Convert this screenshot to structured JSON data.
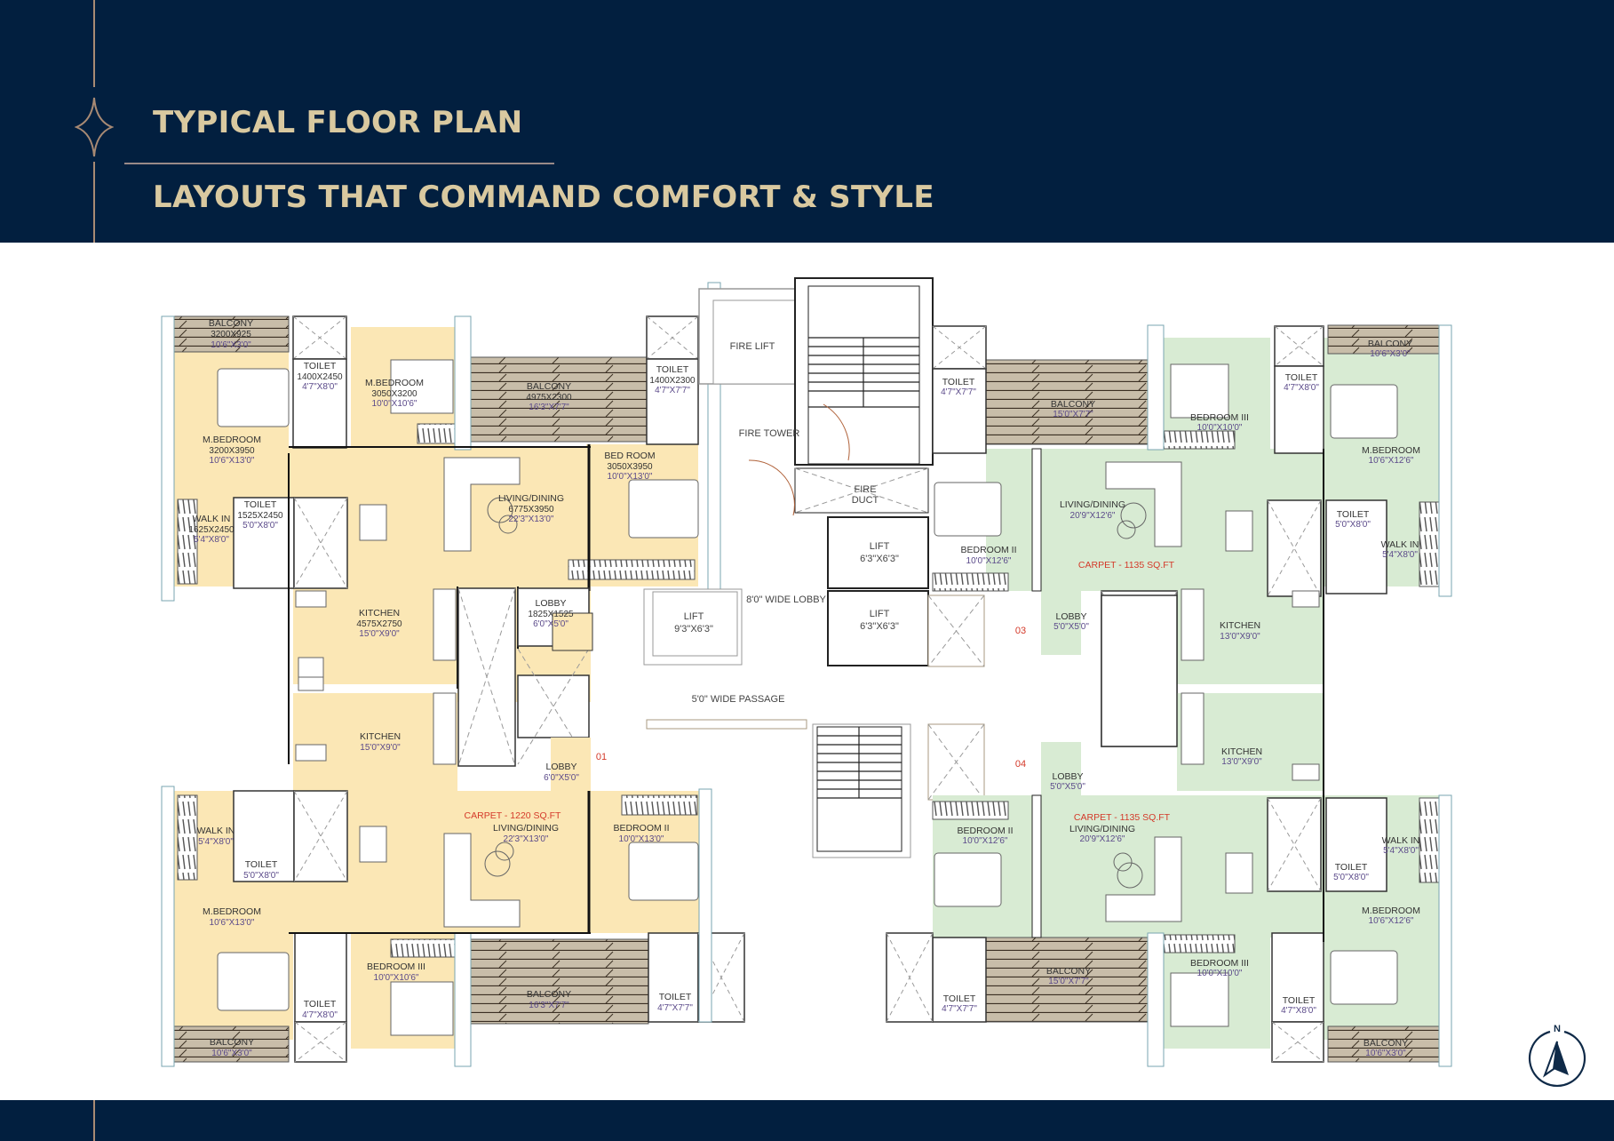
{
  "header": {
    "title": "TYPICAL FLOOR PLAN",
    "subtitle": "LAYOUTS THAT COMMAND COMFORT & STYLE",
    "decor_icon": "four-point-star-icon"
  },
  "colors": {
    "navy": "#021f3f",
    "gold_text": "#d9c9a0",
    "unit_yellow": "#fbe7b5",
    "unit_green": "#d8ebd3",
    "balcony_wood": "#c8bda9",
    "carpet_red": "#d43a2a",
    "dimension_purple": "#5b4a8a"
  },
  "core": {
    "fire_lift": "FIRE LIFT",
    "fire_tower": "FIRE TOWER",
    "fire_duct_line1": "FIRE",
    "fire_duct_line2": "DUCT",
    "lift_a_label": "LIFT",
    "lift_a_size": "9'3\"X6'3\"",
    "lift_b_label": "LIFT",
    "lift_b_size": "6'3\"X6'3\"",
    "lift_c_label": "LIFT",
    "lift_c_size": "6'3\"X6'3\"",
    "lobby_label": "8'0\" WIDE LOBBY",
    "passage_label": "5'0\" WIDE PASSAGE"
  },
  "units": {
    "u02": {
      "balcony_nw": {
        "label": "BALCONY",
        "mm": "3200X925",
        "ft": "10'6\"X3'0\""
      },
      "toilet_1": {
        "label": "TOILET",
        "mm": "1400X2450",
        "ft": "4'7\"X8'0\""
      },
      "mbedroom_small": {
        "label": "M.BEDROOM",
        "mm": "3050X3200",
        "ft": "10'0\"X10'6\""
      },
      "balcony_main": {
        "label": "BALCONY",
        "mm": "4975X2300",
        "ft": "16'3\"X7'7\""
      },
      "toilet_2": {
        "label": "TOILET",
        "mm": "1400X2300",
        "ft": "4'7\"X7'7\""
      },
      "mbedroom": {
        "label": "M.BEDROOM",
        "mm": "3200X3950",
        "ft": "10'6\"X13'0\""
      },
      "bedroom": {
        "label": "BED ROOM",
        "mm": "3050X3950",
        "ft": "10'0\"X13'0\""
      },
      "living": {
        "label": "LIVING/DINING",
        "mm": "6775X3950",
        "ft": "22'3\"X13'0\""
      },
      "toilet_3": {
        "label": "TOILET",
        "mm": "1525X2450",
        "ft": "5'0\"X8'0\""
      },
      "walkin": {
        "label": "WALK IN",
        "mm": "1625X2450",
        "ft": "5'4\"X8'0\""
      },
      "kitchen": {
        "label": "KITCHEN",
        "mm": "4575X2750",
        "ft": "15'0\"X9'0\""
      },
      "lobby": {
        "label": "LOBBY",
        "mm": "1825X1525",
        "ft": "6'0\"X5'0\""
      }
    },
    "u01": {
      "number": "01",
      "carpet": "CARPET - 1220 SQ.FT",
      "kitchen": {
        "label": "KITCHEN",
        "ft": "15'0\"X9'0\""
      },
      "lobby": {
        "label": "LOBBY",
        "ft": "6'0\"X5'0\""
      },
      "walkin": {
        "label": "WALK IN",
        "ft": "5'4\"X8'0\""
      },
      "toilet_1": {
        "label": "TOILET",
        "ft": "5'0\"X8'0\""
      },
      "living": {
        "label": "LIVING/DINING",
        "ft": "22'3\"X13'0\""
      },
      "bedroom2": {
        "label": "BEDROOM II",
        "ft": "10'0\"X13'0\""
      },
      "mbedroom": {
        "label": "M.BEDROOM",
        "ft": "10'6\"X13'0\""
      },
      "bedroom3": {
        "label": "BEDROOM III",
        "ft": "10'0\"X10'6\""
      },
      "toilet_2": {
        "label": "TOILET",
        "ft": "4'7\"X8'0\""
      },
      "balcony_main": {
        "label": "BALCONY",
        "ft": "16'3\"X7'7\""
      },
      "toilet_3": {
        "label": "TOILET",
        "ft": "4'7\"X7'7\""
      },
      "balcony_sw": {
        "label": "BALCONY",
        "ft": "10'6\"X3'0\""
      }
    },
    "u03": {
      "number": "03",
      "carpet": "CARPET - 1135 SQ.FT",
      "toilet_1": {
        "label": "TOILET",
        "ft": "4'7\"X7'7\""
      },
      "balcony_main": {
        "label": "BALCONY",
        "ft": "15'0\"X7'7\""
      },
      "bedroom3": {
        "label": "BEDROOM III",
        "ft": "10'0\"X10'0\""
      },
      "toilet_2": {
        "label": "TOILET",
        "ft": "4'7\"X8'0\""
      },
      "balcony_ne": {
        "label": "BALCONY",
        "ft": "10'6\"X3'0\""
      },
      "mbedroom": {
        "label": "M.BEDROOM",
        "ft": "10'6\"X12'6\""
      },
      "living": {
        "label": "LIVING/DINING",
        "ft": "20'9\"X12'6\""
      },
      "bedroom2": {
        "label": "BEDROOM II",
        "ft": "10'0\"X12'6\""
      },
      "toilet_3": {
        "label": "TOILET",
        "ft": "5'0\"X8'0\""
      },
      "walkin": {
        "label": "WALK IN",
        "ft": "5'4\"X8'0\""
      },
      "lobby": {
        "label": "LOBBY",
        "ft": "5'0\"X5'0\""
      },
      "kitchen": {
        "label": "KITCHEN",
        "ft": "13'0\"X9'0\""
      }
    },
    "u04": {
      "number": "04",
      "carpet": "CARPET - 1135 SQ.FT",
      "kitchen": {
        "label": "KITCHEN",
        "ft": "13'0\"X9'0\""
      },
      "lobby": {
        "label": "LOBBY",
        "ft": "5'0\"X5'0\""
      },
      "bedroom2": {
        "label": "BEDROOM II",
        "ft": "10'0\"X12'6\""
      },
      "living": {
        "label": "LIVING/DINING",
        "ft": "20'9\"X12'6\""
      },
      "walkin": {
        "label": "WALK IN",
        "ft": "5'4\"X8'0\""
      },
      "toilet_1": {
        "label": "TOILET",
        "ft": "5'0\"X8'0\""
      },
      "mbedroom": {
        "label": "M.BEDROOM",
        "ft": "10'6\"X12'6\""
      },
      "bedroom3": {
        "label": "BEDROOM III",
        "ft": "10'0\"X10'0\""
      },
      "balcony_main": {
        "label": "BALCONY",
        "ft": "15'0\"X7'7\""
      },
      "toilet_2": {
        "label": "TOILET",
        "ft": "4'7\"X7'7\""
      },
      "toilet_3": {
        "label": "TOILET",
        "ft": "4'7\"X8'0\""
      },
      "balcony_se": {
        "label": "BALCONY",
        "ft": "10'6\"X3'0\""
      }
    }
  },
  "compass": {
    "label": "N",
    "icon": "north-arrow-icon"
  }
}
